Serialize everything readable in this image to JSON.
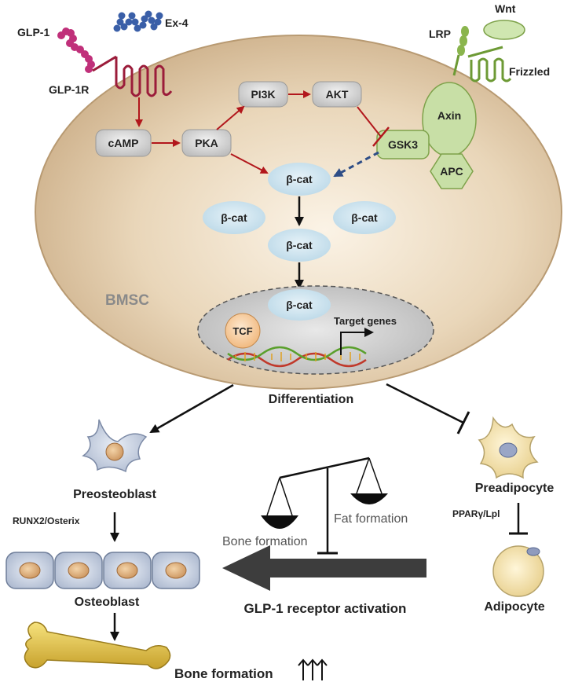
{
  "ligands": {
    "glp1": "GLP-1",
    "ex4": "Ex-4",
    "wnt": "Wnt"
  },
  "receptors": {
    "glp1r": "GLP-1R",
    "lrp": "LRP",
    "frizzled": "Frizzled"
  },
  "signaling": {
    "camp": "cAMP",
    "pka": "PKA",
    "pi3k": "PI3K",
    "akt": "AKT",
    "gsk3": "GSK3",
    "axin": "Axin",
    "apc": "APC",
    "bcat": "β-cat"
  },
  "cell_label": "BMSC",
  "nucleus": {
    "tcf": "TCF",
    "target_genes": "Target genes"
  },
  "differentiation": "Differentiation",
  "osteo_branch": {
    "preosteoblast": "Preosteoblast",
    "factors": "RUNX2/Osterix",
    "osteoblast": "Osteoblast",
    "bone_formation": "Bone formation"
  },
  "adipo_branch": {
    "preadipocyte": "Preadipocyte",
    "factors": "PPARγ/Lpl",
    "adipocyte": "Adipocyte"
  },
  "balance": {
    "fat": "Fat formation",
    "bone": "Bone formation"
  },
  "activation": "GLP-1 receptor activation",
  "colors": {
    "cell_fill": "#ddc7a6",
    "node_gray": "#d8d8d8",
    "bcat_blue": "#cfe3ee",
    "green": "#c8dfa6",
    "red_arrow": "#b2171c",
    "dark": "#222222"
  }
}
